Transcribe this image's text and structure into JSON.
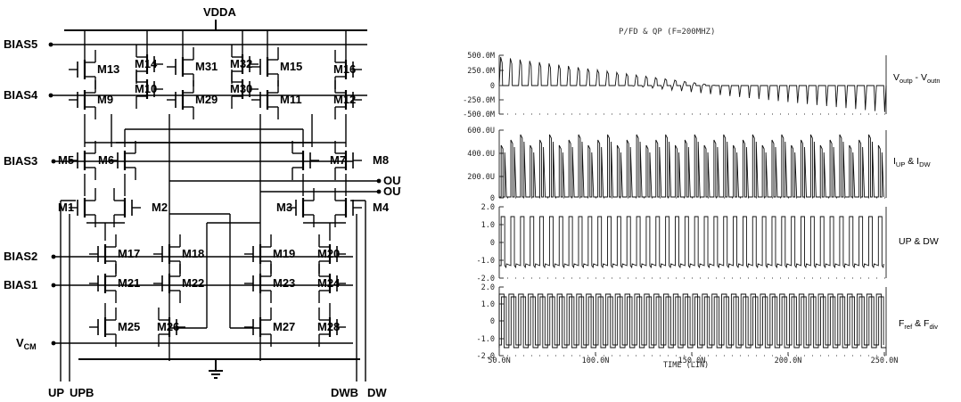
{
  "schematic": {
    "supply": "VDDA",
    "bias_labels": [
      "BIAS5",
      "BIAS4",
      "BIAS3",
      "BIAS2",
      "BIAS1"
    ],
    "vcm": {
      "main": "V",
      "sub": "CM"
    },
    "outputs": [
      "OUT",
      "OUTB"
    ],
    "bottom_labels": [
      "UP",
      "UPB",
      "DWB",
      "DW"
    ],
    "transistors": [
      "M1",
      "M2",
      "M3",
      "M4",
      "M5",
      "M6",
      "M7",
      "M8",
      "M9",
      "M10",
      "M11",
      "M12",
      "M13",
      "M14",
      "M15",
      "M16",
      "M17",
      "M18",
      "M19",
      "M20",
      "M21",
      "M22",
      "M23",
      "M24",
      "M25",
      "M26",
      "M27",
      "M28",
      "M29",
      "M30",
      "M31",
      "M32"
    ]
  },
  "waveform": {
    "title": "P/FD & QP (F=200MHZ)",
    "x_axis_label": "TIME (LIN)",
    "x_ticks": [
      "50.0N",
      "100.0N",
      "150.0N",
      "200.0N",
      "250.0N"
    ],
    "panels": [
      {
        "label": "Voutp - Voutn",
        "label_parts": [
          "V",
          "outp",
          " - V",
          "outn"
        ],
        "ticks": [
          "500.0M",
          "250.0M",
          "0",
          "-250.0M",
          "-500.0M"
        ]
      },
      {
        "label": "IUP & IDW",
        "label_parts": [
          "I",
          "UP",
          " & I",
          "DW"
        ],
        "ticks": [
          "600.0U",
          "400.0U",
          "200.0U",
          "0"
        ]
      },
      {
        "label": "UP & DW",
        "label_parts": [
          "UP & DW",
          "",
          "",
          ""
        ],
        "ticks": [
          "2.0",
          "1.0",
          "0",
          "-1.0",
          "-2.0"
        ]
      },
      {
        "label": "Fref & Fdiv",
        "label_parts": [
          "F",
          "ref",
          " & F",
          "div"
        ],
        "ticks": [
          "2.0",
          "1.0",
          "0",
          "-1.0",
          "-2.0"
        ]
      }
    ]
  }
}
